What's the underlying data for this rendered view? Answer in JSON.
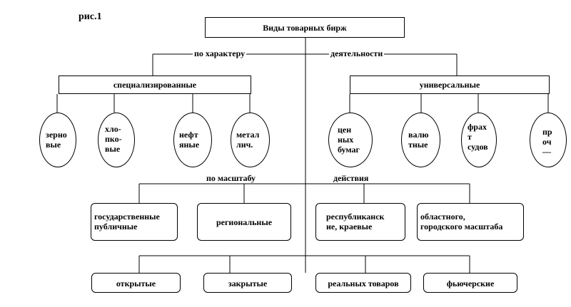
{
  "fig_label": "рис.1",
  "root": "Виды товарных бирж",
  "criteria": {
    "character": "по характеру",
    "activity": "деятельности",
    "scale": "по масштабу",
    "action": "действия"
  },
  "specialized": {
    "label": "специализированные",
    "items": [
      "зерно\nвые",
      "хло-\nпко-\nвые",
      "нефт\nяные",
      "метал\nлич."
    ]
  },
  "universal": {
    "label": "универсальные",
    "items": [
      "цен\nных\nбумаг",
      "валю\nтные",
      "фрах\nт\nсудов",
      "пр\nоч\n—"
    ]
  },
  "scale_types": [
    "государственные\nпубличные",
    "региональные",
    "республиканск\nие, краевые",
    "областного,\nгородского масштаба"
  ],
  "action_types": [
    "открытые",
    "закрытые",
    "реальных товаров",
    "фьючерские"
  ],
  "colors": {
    "line": "#000000",
    "background": "#ffffff"
  }
}
